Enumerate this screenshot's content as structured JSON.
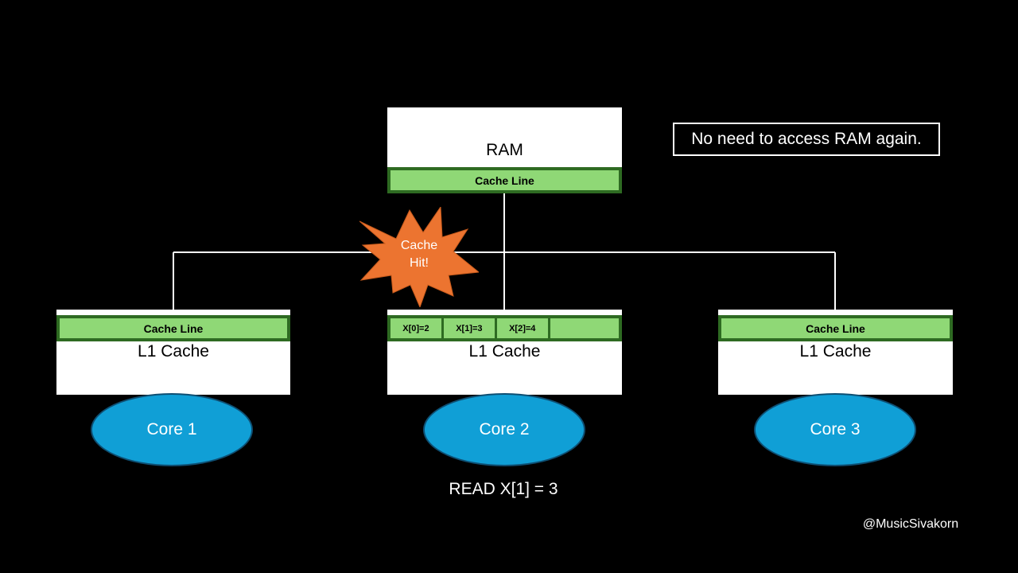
{
  "ram": {
    "title": "RAM",
    "cache_line_label": "Cache Line"
  },
  "caches": [
    {
      "title": "L1 Cache",
      "cache_line_label": "Cache Line",
      "core_label": "Core 1"
    },
    {
      "title": "L1 Cache",
      "cells": [
        "X[0]=2",
        "X[1]=3",
        "X[2]=4",
        ""
      ],
      "core_label": "Core 2"
    },
    {
      "title": "L1 Cache",
      "cache_line_label": "Cache Line",
      "core_label": "Core 3"
    }
  ],
  "burst": {
    "line1": "Cache",
    "line2": "Hit!"
  },
  "note": "No need to access RAM again.",
  "read_caption": "READ X[1] = 3",
  "watermark": "@MusicSivakorn",
  "colors": {
    "background": "#000000",
    "cache_line_fill": "#8fd876",
    "cache_line_border": "#2e6b22",
    "core_fill": "#109fd6",
    "burst_fill": "#ec7430"
  }
}
